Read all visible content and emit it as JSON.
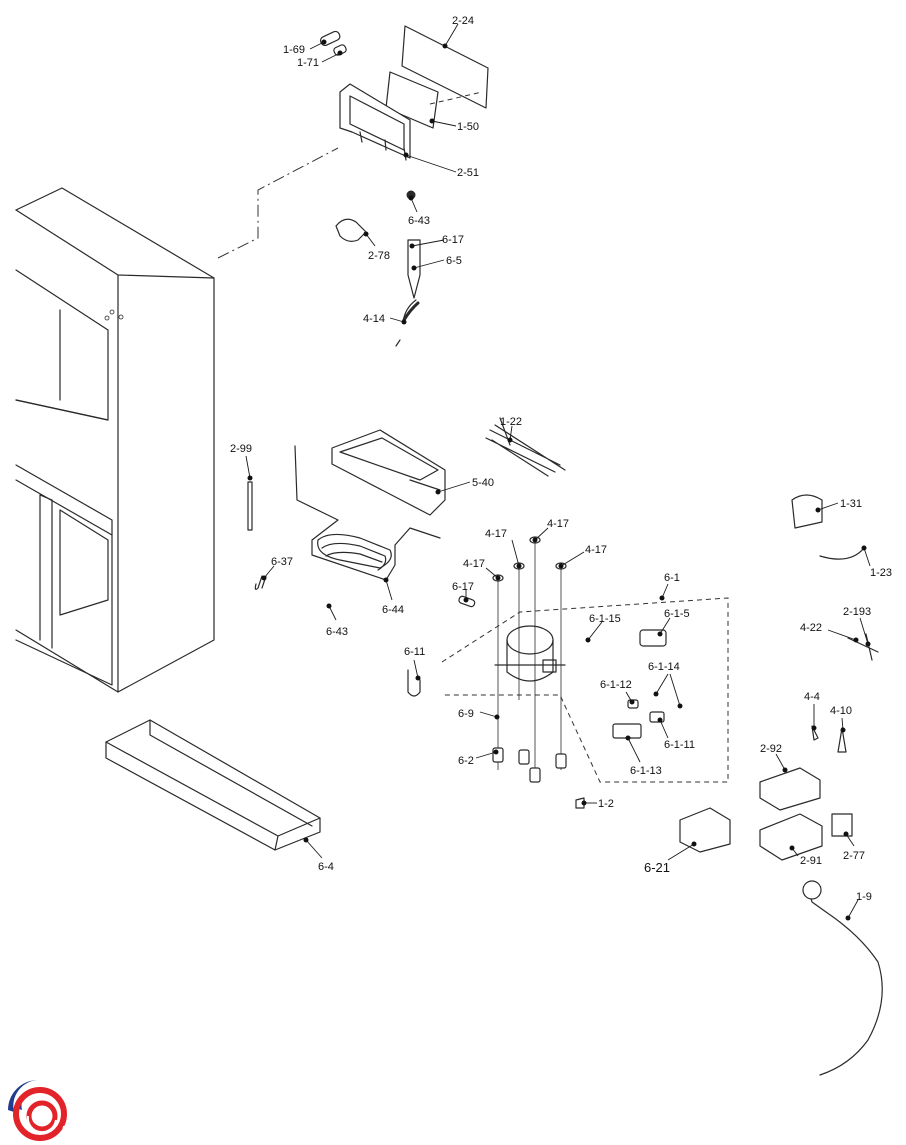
{
  "labels": {
    "p2_24": "2-24",
    "p1_69": "1-69",
    "p1_71": "1-71",
    "p1_50": "1-50",
    "p2_51": "2-51",
    "p6_43a": "6-43",
    "p2_78": "2-78",
    "p6_17a": "6-17",
    "p6_5": "6-5",
    "p4_14": "4-14",
    "p1_22": "1-22",
    "p2_99": "2-99",
    "p5_40": "5-40",
    "p1_31": "1-31",
    "p4_17a": "4-17",
    "p4_17b": "4-17",
    "p4_17c": "4-17",
    "p4_17d": "4-17",
    "p1_23": "1-23",
    "p6_37": "6-37",
    "p6_1": "6-1",
    "p6_17b": "6-17",
    "p6_1_15": "6-1-15",
    "p6_1_5": "6-1-5",
    "p2_193": "2-193",
    "p4_22": "4-22",
    "p6_44": "6-44",
    "p6_43b": "6-43",
    "p6_11": "6-11",
    "p6_1_14": "6-1-14",
    "p6_1_12": "6-1-12",
    "p4_4": "4-4",
    "p4_10": "4-10",
    "p6_9": "6-9",
    "p6_1_11": "6-1-11",
    "p2_92": "2-92",
    "p6_2": "6-2",
    "p6_1_13": "6-1-13",
    "p1_2": "1-2",
    "p6_21": "6-21",
    "p2_91": "2-91",
    "p2_77": "2-77",
    "p6_4": "6-4",
    "p1_9": "1-9"
  },
  "colors": {
    "line": "#2a2a2a",
    "logo_blue": "#1f3c8f",
    "logo_red": "#e2232a"
  },
  "logo": {
    "icon": "brand-swirl-logo-icon"
  }
}
